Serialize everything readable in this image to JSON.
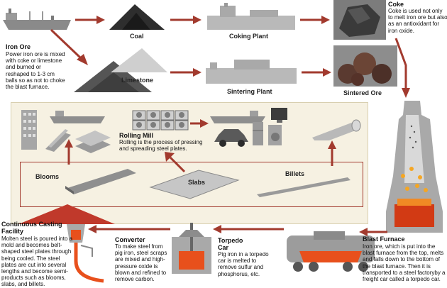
{
  "labels": {
    "coal": "Coal",
    "coking_plant": "Coking Plant",
    "coke": "Coke",
    "iron_ore": "Iron Ore",
    "limestone": "Limestone",
    "sintering_plant": "Sintering Plant",
    "sintered_ore": "Sintered Ore",
    "rolling_mill": "Rolling Mill",
    "blooms": "Blooms",
    "slabs": "Slabs",
    "billets": "Billets",
    "continuous_casting": "Continuous Casting Facility",
    "converter": "Converter",
    "torpedo_car": "Torpedo Car",
    "blast_furnace": "Blast Furnace"
  },
  "descriptions": {
    "coke": "Coke is used not only to melt iron ore but also as an antioxidant for iron oxide.",
    "iron_ore": "Power iron ore is mixed with coke or limestone and burned or reshaped to 1-3 cm balls so as not to choke the blast furnace.",
    "rolling_mill": "Rolling is the process of pressing and spreading steel plates.",
    "continuous_casting": "Molten steel is poured into a mold and becomes belt-shaped steel plates through being cooled. The steel plates are cut into several lengths and become semi-products such as blooms, slabs, and billets.",
    "converter": "To make steel from pig iron, steel scraps are mixed and high-pressure oxide is blown and refined to remove carbon.",
    "torpedo_car": "Pig iron in a torpedo car is melted to remove sulfur and phosphorus, etc.",
    "blast_furnace": "Iron ore, which is put into the blast furnace from the top, melts and falls down to the bottom of the blast furnace. Then it is transported to a steel factoryby a freight car called a torpedo car."
  },
  "colors": {
    "arrow": "#a23a2e",
    "panel": "#f6f1e2",
    "plant": "#b9b9b9",
    "steel": "#9c9c9c",
    "molten": "#e8501c"
  }
}
